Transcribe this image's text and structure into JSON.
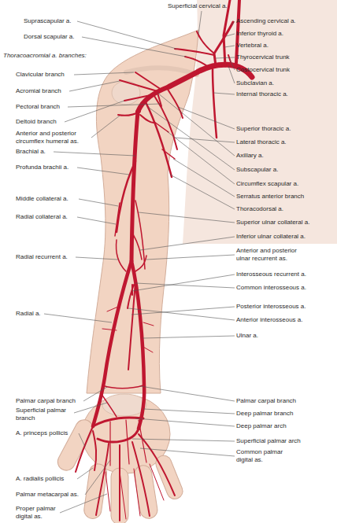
{
  "diagram": {
    "labels": [
      "Superficial cervical a.",
      "Suprascapular a.",
      "Dorsal scapular a.",
      "Thoracoacromial a. branches:",
      "Clavicular branch",
      "Acromial branch",
      "Pectoral branch",
      "Deltoid branch",
      "Anterior and posterior circumflex humeral as.",
      "Brachial a.",
      "Profunda brachii a.",
      "Middle collateral a.",
      "Radial collateral a.",
      "Radial recurrent a.",
      "Radial a.",
      "Palmar carpal branch",
      "Superficial palmar branch",
      "A. princeps pollicis",
      "A. radialis pollicis",
      "Palmar metacarpal as.",
      "Proper palmar digital as.",
      "Ascending cervical a.",
      "Inferior thyroid a.",
      "Vertebral a.",
      "Thyrocervical trunk",
      "Costocervical trunk",
      "Subclavian a.",
      "Internal thoracic a.",
      "Superior thoracic a.",
      "Lateral thoracic a.",
      "Axillary a.",
      "Subscapular a.",
      "Circumflex scapular a.",
      "Serratus anterior branch",
      "Thoracodorsal a.",
      "Superior ulnar collateral a.",
      "Inferior ulnar collateral a.",
      "Anterior and posterior ulnar recurrent as.",
      "Interosseous recurrent a.",
      "Common interosseous a.",
      "Posterior interosseous a.",
      "Anterior interosseous a.",
      "Ulnar a.",
      "Palmar carpal branch",
      "Deep palmar branch",
      "Deep palmar arch",
      "Superficial palmar arch",
      "Common palmar digital as."
    ]
  }
}
